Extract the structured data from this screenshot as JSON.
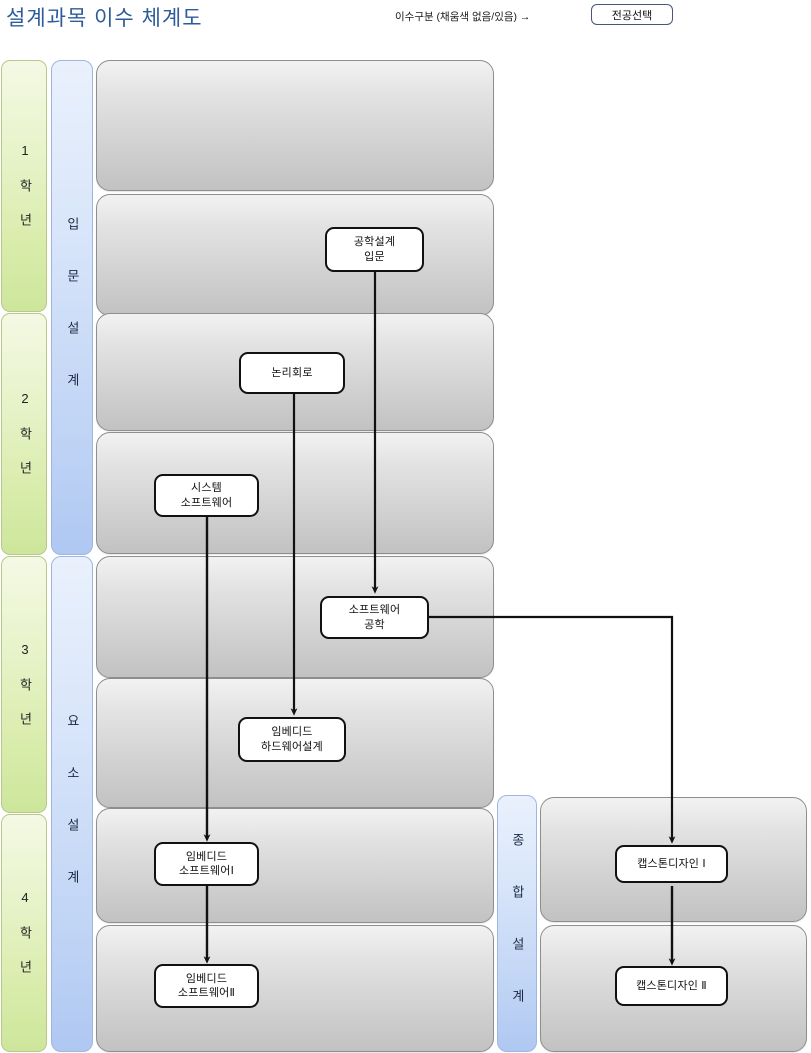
{
  "header": {
    "title": "설계과목 이수 체계도",
    "legend": "이수구분 (채움색 없음/있음) →",
    "button_label": "전공선택"
  },
  "years": [
    {
      "label": "1 학 년"
    },
    {
      "label": "2 학 년"
    },
    {
      "label": "3 학 년"
    },
    {
      "label": "4 학 년"
    }
  ],
  "tracks": [
    {
      "label": "입 문 설 계"
    },
    {
      "label": "요 소 설 계"
    },
    {
      "label": "종 합 설 계"
    }
  ],
  "courses": [
    {
      "id": "c1",
      "label_line1": "공학설계",
      "label_line2": "입문"
    },
    {
      "id": "c2",
      "label_line1": "논리회로",
      "label_line2": ""
    },
    {
      "id": "c3",
      "label_line1": "시스템",
      "label_line2": "소프트웨어"
    },
    {
      "id": "c4",
      "label_line1": "소프트웨어",
      "label_line2": "공학"
    },
    {
      "id": "c5",
      "label_line1": "임베디드",
      "label_line2": "하드웨어설계"
    },
    {
      "id": "c6",
      "label_line1": "임베디드",
      "label_line2": "소프트웨어Ⅰ"
    },
    {
      "id": "c7",
      "label_line1": "임베디드",
      "label_line2": "소프트웨어Ⅱ"
    },
    {
      "id": "c8",
      "label_line1": "캡스톤디자인 Ⅰ",
      "label_line2": ""
    },
    {
      "id": "c9",
      "label_line1": "캡스톤디자인 Ⅱ",
      "label_line2": ""
    }
  ],
  "edges": [
    {
      "from": "공학설계 입문",
      "to": "소프트웨어 공학"
    },
    {
      "from": "논리회로",
      "to": "임베디드 하드웨어설계"
    },
    {
      "from": "시스템 소프트웨어",
      "to": "임베디드 소프트웨어Ⅰ"
    },
    {
      "from": "임베디드 소프트웨어Ⅰ",
      "to": "임베디드 소프트웨어Ⅱ"
    },
    {
      "from": "소프트웨어 공학",
      "to": "캡스톤디자인 Ⅰ"
    },
    {
      "from": "캡스톤디자인 Ⅰ",
      "to": "캡스톤디자인 Ⅱ"
    }
  ],
  "colors": {
    "title": "#2E5C9A",
    "year_fill": "#d8ecaa",
    "track_fill": "#bdd2f4",
    "row_fill": "#d8d8d8",
    "line": "#111111"
  }
}
